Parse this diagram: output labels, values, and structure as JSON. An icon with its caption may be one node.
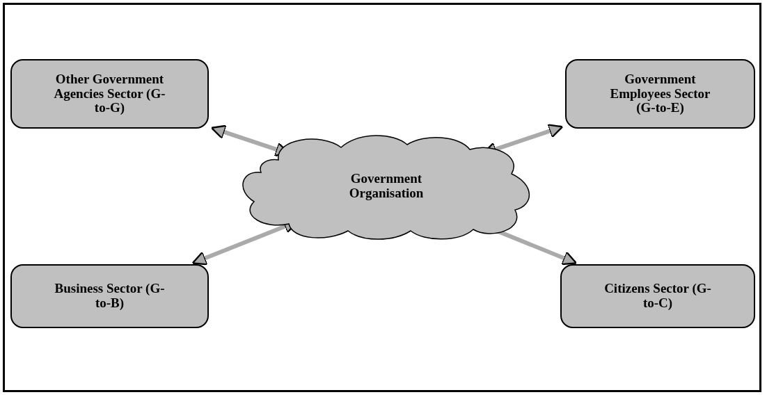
{
  "diagram": {
    "nodes": [
      {
        "text": [
          "Other Government Agencies Sector (G-to-G)"
        ]
      },
      {
        "text": [
          "Government Employees Sector (G-to-E)"
        ]
      },
      {
        "text": [
          "Government Organisation"
        ]
      },
      {
        "text": [
          "Business Sector (G-to-B)"
        ]
      },
      {
        "text": [
          "Citizens Sector (G-to-C)"
        ]
      }
    ],
    "edges": [
      {
        "from": 0,
        "to": 2,
        "arrow": "both"
      },
      {
        "from": 1,
        "to": 2,
        "arrow": "both"
      },
      {
        "from": 3,
        "to": 2,
        "arrow": "both"
      },
      {
        "from": 4,
        "to": 2,
        "arrow": "both"
      }
    ]
  }
}
